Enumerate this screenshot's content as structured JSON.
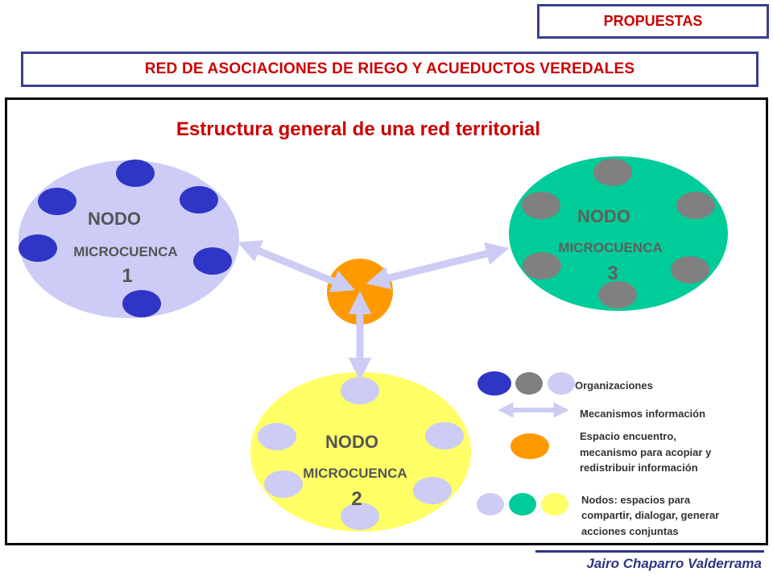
{
  "header": {
    "propuestas": "PROPUESTAS",
    "title": "RED DE ASOCIACIONES DE RIEGO Y ACUEDUCTOS VEREDALES"
  },
  "diagram": {
    "title": "Estructura general de una red territorial",
    "nodes": [
      {
        "label": "NODO",
        "sublabel": "MICROCUENCA",
        "number": "1",
        "color": "#ccccf7",
        "org_color": "#2f35c4"
      },
      {
        "label": "NODO",
        "sublabel": "MICROCUENCA",
        "number": "2",
        "color": "#ffff66",
        "org_color": "#ccccf5"
      },
      {
        "label": "NODO",
        "sublabel": "MICROCUENCA",
        "number": "3",
        "color": "#00cc99",
        "org_color": "#808080"
      }
    ],
    "hub_color": "#ff9900",
    "arrow_color": "#ccccf5"
  },
  "legend": {
    "organizaciones": "Organizaciones",
    "mecanismos": "Mecanismos información",
    "espacio": [
      "Espacio encuentro,",
      "mecanismo para acopiar y",
      "redistribuir información"
    ],
    "nodos": [
      "Nodos: espacios para",
      "compartir, dialogar, generar",
      "acciones conjuntas"
    ]
  },
  "footer": {
    "author": "Jairo Chaparro Valderrama"
  }
}
